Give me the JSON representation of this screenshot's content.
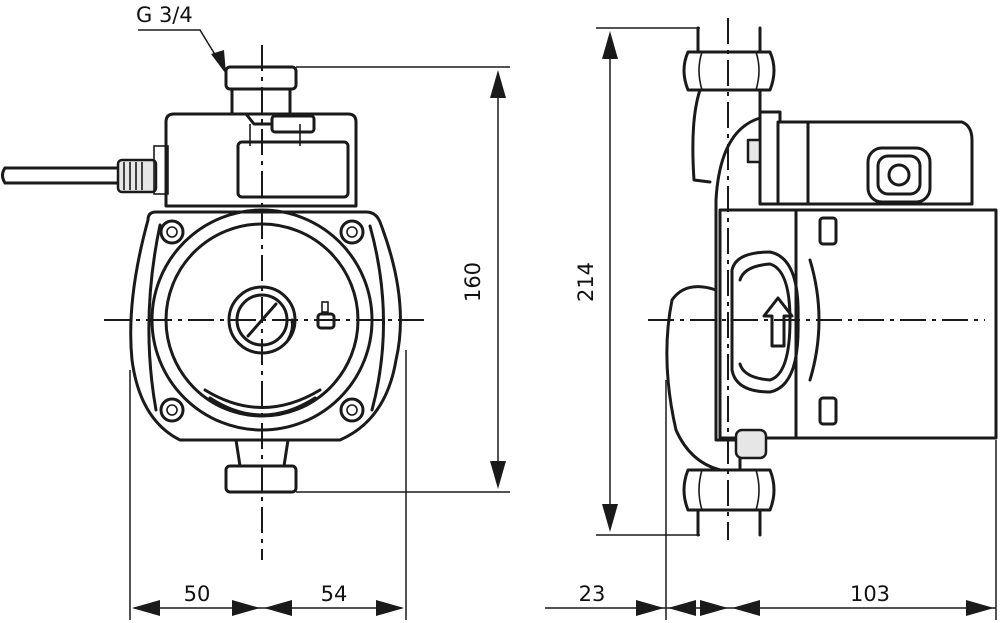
{
  "drawing": {
    "thread_label": "G 3/4",
    "dimensions": {
      "front_height": "160",
      "front_left_width": "50",
      "front_right_width": "54",
      "side_height": "214",
      "side_left_offset": "23",
      "side_depth": "103"
    }
  }
}
